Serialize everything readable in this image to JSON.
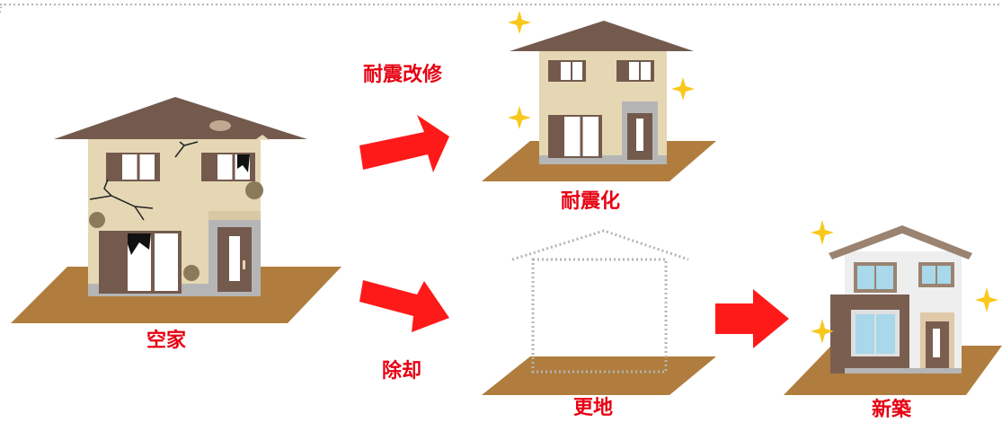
{
  "colors": {
    "label": "#e60012",
    "arrow": "#ff1a1a",
    "ground": "#b07d3e",
    "roof": "#735a4d",
    "wall": "#e5d7b4",
    "window_frame": "#735a4d",
    "sparkle": "#f8c81c",
    "outline_dotted": "#b5b5b5",
    "new_roof": "#9a8370",
    "new_wall": "#eeeeee",
    "new_accent": "#7a5f51",
    "glass": "#a8d8ea"
  },
  "stages": {
    "vacant": {
      "label": "空家",
      "icon": "damaged-house-icon"
    },
    "retrofitted": {
      "label": "耐震化",
      "icon": "retrofitted-house-icon"
    },
    "cleared": {
      "label": "更地",
      "icon": "vacant-lot-icon"
    },
    "new_build": {
      "label": "新築",
      "icon": "new-house-icon"
    }
  },
  "actions": {
    "retrofit": {
      "label": "耐震改修",
      "icon": "arrow-right-icon"
    },
    "demolish": {
      "label": "除却",
      "icon": "arrow-right-icon"
    },
    "rebuild": {
      "label": "",
      "icon": "arrow-right-icon"
    }
  }
}
